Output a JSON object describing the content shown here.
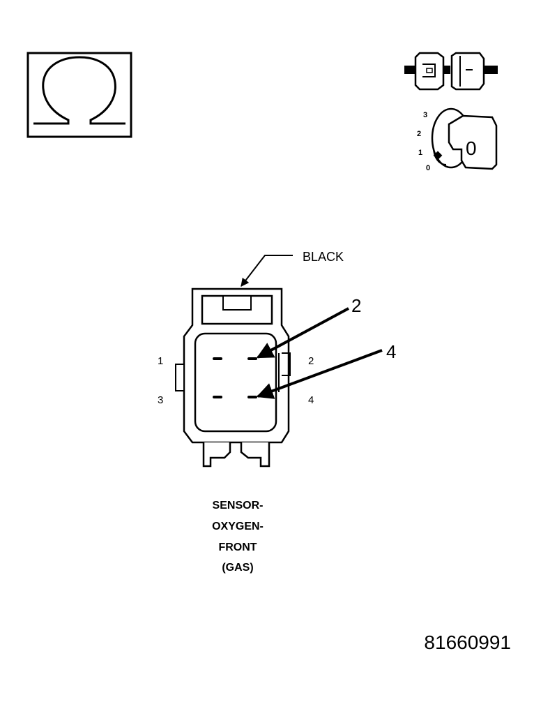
{
  "ohm_symbol": {
    "glyph": "Ω",
    "icon": "ohmmeter-icon"
  },
  "ignition_key": {
    "icon": "ignition-switch-icon",
    "positions": [
      "3",
      "2",
      "1",
      "0"
    ],
    "current_position": "0"
  },
  "connector": {
    "color_label": "BLACK",
    "pin_numbers_left": [
      "1",
      "3"
    ],
    "pin_numbers_right": [
      "2",
      "4"
    ],
    "callout_pins": [
      "2",
      "4"
    ],
    "name_lines": [
      "SENSOR-",
      "OXYGEN-",
      "FRONT",
      "(GAS)"
    ]
  },
  "figure_id": "81660991",
  "colors": {
    "line": "#000000",
    "background": "#ffffff"
  }
}
